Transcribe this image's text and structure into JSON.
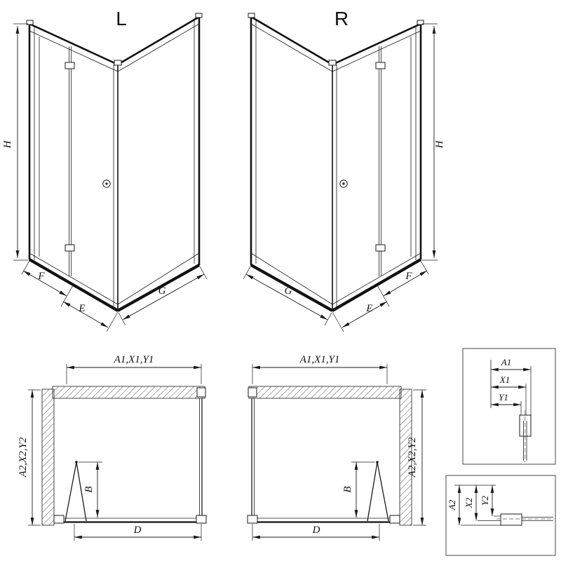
{
  "views": {
    "front_left": {
      "label": "L",
      "h": "H",
      "f": "F",
      "e": "E",
      "g": "G"
    },
    "front_right": {
      "label": "R",
      "h": "H",
      "f": "F",
      "e": "E",
      "g": "G"
    },
    "plan_left": {
      "width": "A1,X1,Y1",
      "depth": "A2,X2,Y2",
      "fold": "B",
      "entry": "D"
    },
    "plan_right": {
      "width": "A1,X1,Y1",
      "depth": "A2,X2,Y2",
      "fold": "B",
      "entry": "D"
    },
    "detail_width": {
      "a": "A1",
      "x": "X1",
      "y": "Y1"
    },
    "detail_depth": {
      "a": "A2",
      "x": "X2",
      "y": "Y2"
    }
  },
  "colors": {
    "line": "#1a1a1a",
    "background": "#ffffff",
    "hatch": "#444444"
  }
}
